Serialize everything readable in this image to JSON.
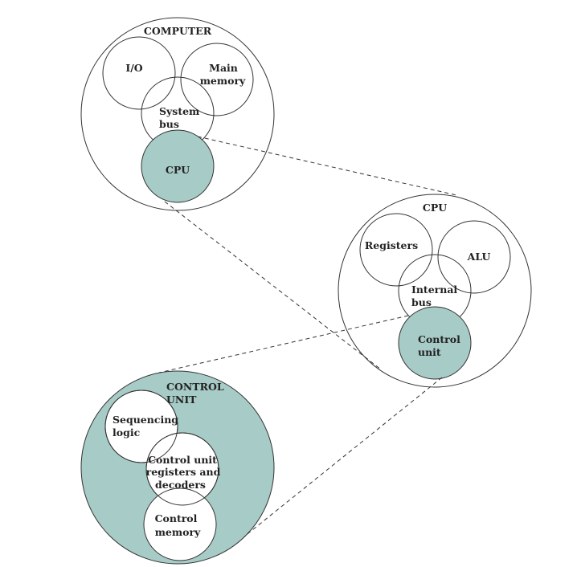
{
  "colors": {
    "teal_fill": "#a7cbc6",
    "stroke": "#333333",
    "background": "#ffffff"
  },
  "computer": {
    "title": "COMPUTER",
    "io": "I/O",
    "main_memory": [
      "Main",
      "memory"
    ],
    "system_bus": [
      "System",
      "bus"
    ],
    "cpu": "CPU"
  },
  "cpu": {
    "title": "CPU",
    "registers": "Registers",
    "alu": "ALU",
    "internal_bus": [
      "Internal",
      "bus"
    ],
    "control_unit": [
      "Control",
      "unit"
    ]
  },
  "control_unit": {
    "title": [
      "CONTROL",
      "UNIT"
    ],
    "sequencing_logic": [
      "Sequencing",
      "logic"
    ],
    "registers_decoders": [
      "Control unit",
      "registers and",
      "decoders"
    ],
    "control_memory": [
      "Control",
      "memory"
    ]
  }
}
